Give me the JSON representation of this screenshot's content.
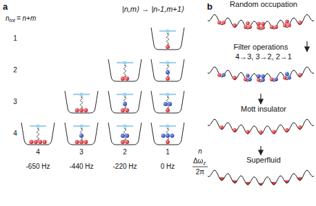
{
  "diagram": {
    "nodes": [
      {
        "text": [
          "Random occupation"
        ]
      },
      {
        "text": [
          "4→3, 3→2, 2→1"
        ]
      },
      {
        "text": [
          "Mott insulator"
        ]
      },
      {
        "text": [
          "Superfluid"
        ]
      }
    ],
    "edges": [
      {
        "from": 0,
        "to": 1,
        "arrow": "to",
        "label": "Filter operations"
      },
      {
        "from": 1,
        "to": 2,
        "arrow": "to"
      },
      {
        "from": 2,
        "to": 3,
        "arrow": "to"
      }
    ],
    "labels": [
      "a",
      "|n,m⟩ → |n-1,m+1⟩",
      "n",
      "tot",
      "= n+m",
      "1",
      "2",
      "3",
      "4",
      "4",
      "3",
      "2",
      "1",
      "n",
      "-650 Hz",
      "-440 Hz",
      "-220 Hz",
      "0 Hz",
      "Δω",
      "z",
      "2π",
      "b"
    ]
  }
}
